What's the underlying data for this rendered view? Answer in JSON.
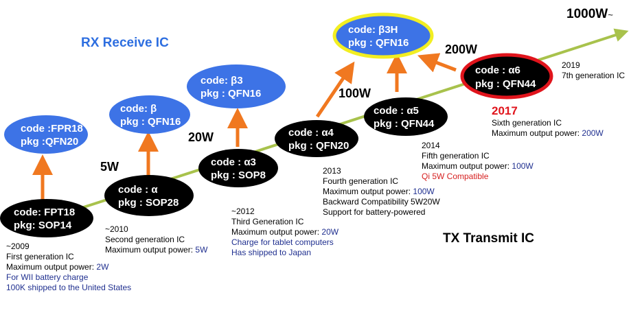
{
  "colors": {
    "rx_fill": "#3d73e6",
    "tx_fill": "#000000",
    "accent_orange": "#f07820",
    "timeline_green": "#a8c24c",
    "highlight_yellow": "#f2ee22",
    "highlight_red": "#e0141c",
    "title_blue": "#2d6ee0",
    "note_blue": "#1f2f8f",
    "note_red": "#d62020"
  },
  "titles": {
    "rx": "RX Receive IC",
    "tx": "TX Transmit IC",
    "top_power": "1000W",
    "top_power_suffix": "~"
  },
  "power_labels": {
    "p5w": "5W",
    "p20w": "20W",
    "p100w": "100W",
    "p200w": "200W"
  },
  "rx_nodes": {
    "fpr18": {
      "code": "code :FPR18",
      "pkg": "pkg :QFN20"
    },
    "beta": {
      "code": "code: β",
      "pkg": "pkg : QFN16"
    },
    "beta3": {
      "code": "code: β3",
      "pkg": "pkg : QFN16"
    },
    "beta3h": {
      "code": "code: β3H",
      "pkg": "pkg : QFN16"
    }
  },
  "tx_nodes": {
    "fpt18": {
      "code": "code: FPT18",
      "pkg": "pkg: SOP14"
    },
    "alpha": {
      "code": "code : α",
      "pkg": "pkg : SOP28"
    },
    "alpha3": {
      "code": "code : α3",
      "pkg": "pkg : SOP8"
    },
    "alpha4": {
      "code": "code : α4",
      "pkg": "pkg : QFN20"
    },
    "alpha5": {
      "code": "code : α5",
      "pkg": "pkg : QFN44"
    },
    "alpha6": {
      "code": "code : α6",
      "pkg": "pkg : QFN44"
    }
  },
  "notes": {
    "g2009": {
      "year": "~2009",
      "gen": "First generation IC",
      "power_label": "Maximum output power: ",
      "power_value": "2W",
      "extra1": "For WII battery charge",
      "extra2": "100K shipped to the United States"
    },
    "g2010": {
      "year": "~2010",
      "gen": "Second generation  IC",
      "power_label": " Maximum output power: ",
      "power_value": "5W"
    },
    "g2012": {
      "year": "~2012",
      "gen": "Third Generation IC",
      "power_label": " Maximum output power: ",
      "power_value": "20W",
      "extra1": "Charge for tablet computers",
      "extra2": "Has shipped to Japan"
    },
    "g2013": {
      "year": "2013",
      "gen": "Fourth generation IC",
      "power_label": " Maximum output power: ",
      "power_value": "100W",
      "extra1": "Backward Compatibility 5W20W",
      "extra2": "Support for battery-powered"
    },
    "g2014": {
      "year": "2014",
      "gen": "Fifth generation  IC",
      "power_label": "Maximum output power: ",
      "power_value": "100W",
      "extra1": "Qi 5W Compatible"
    },
    "g2017": {
      "year": "2017",
      "gen": "Sixth generation IC",
      "power_label": "Maximum output power: ",
      "power_value": "200W"
    },
    "g2019": {
      "year": "2019",
      "gen": "7th generation  IC"
    }
  }
}
